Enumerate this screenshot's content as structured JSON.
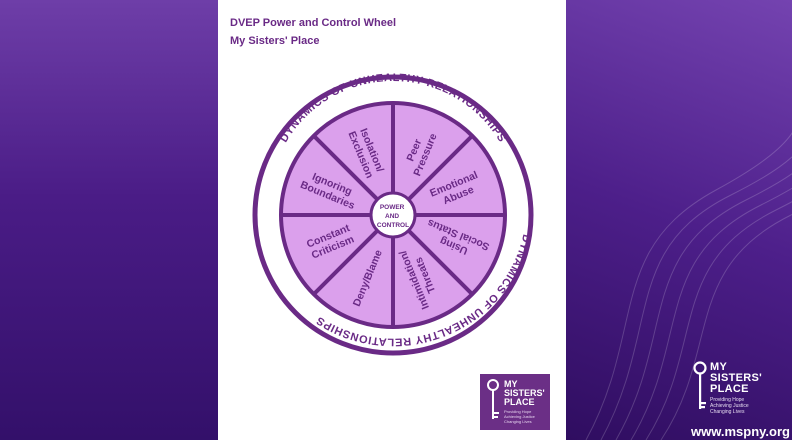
{
  "colors": {
    "purple": "#6a2a86",
    "slice": "#dba0ec",
    "ring": "#6a2a86"
  },
  "header": {
    "line1": "DVEP Power and Control Wheel",
    "line2": "My Sisters' Place"
  },
  "wheel": {
    "center": [
      "POWER",
      "AND",
      "CONTROL"
    ],
    "ring_top": "DYNAMICS OF UNHEALTHY RELATIONSHIPS",
    "ring_bottom": "DYNAMICS OF UNHEALTHY RELATIONSHIPS",
    "segments": [
      {
        "lines": [
          "Peer",
          "Pressure"
        ]
      },
      {
        "lines": [
          "Emotional",
          "Abuse"
        ]
      },
      {
        "lines": [
          "Using",
          "Social Status"
        ]
      },
      {
        "lines": [
          "Intimidation/",
          "Threats"
        ]
      },
      {
        "lines": [
          "Deny/Blame"
        ]
      },
      {
        "lines": [
          "Constant",
          "Criticism"
        ]
      },
      {
        "lines": [
          "Ignoring",
          "Boundaries"
        ]
      },
      {
        "lines": [
          "Isolation/",
          "Exclusion"
        ]
      }
    ]
  },
  "logo_small": {
    "lines": [
      "MY",
      "SISTERS'",
      "PLACE"
    ],
    "tagline": [
      "Providing Hope",
      "Achieving Justice",
      "Changing Lives"
    ]
  },
  "brand": {
    "lines": [
      "MY",
      "SISTERS'",
      "PLACE"
    ],
    "tagline": [
      "Providing Hope",
      "Achieving Justice",
      "Changing Lives"
    ],
    "url": "www.mspny.org"
  }
}
